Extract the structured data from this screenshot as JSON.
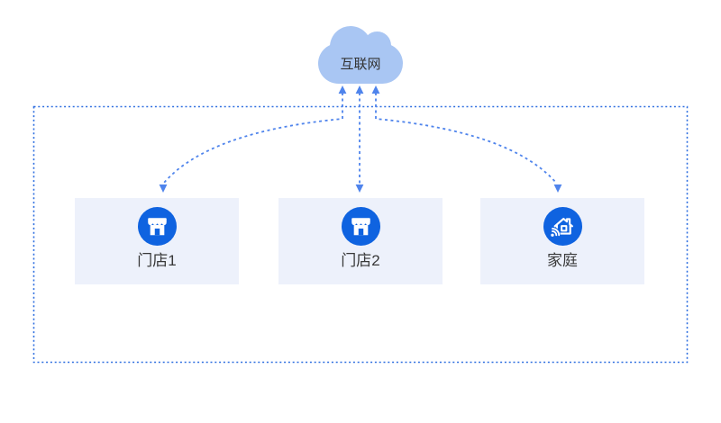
{
  "diagram": {
    "cloud": {
      "label": "互联网",
      "icon": "cloud-icon"
    },
    "nodes": [
      {
        "label": "门店1",
        "icon": "storefront-icon"
      },
      {
        "label": "门店2",
        "icon": "storefront-icon"
      },
      {
        "label": "家庭",
        "icon": "smart-home-icon"
      }
    ],
    "connections": [
      {
        "from": "cloud",
        "to": "门店1",
        "style": "dashed-double-arrow"
      },
      {
        "from": "cloud",
        "to": "门店2",
        "style": "dashed-double-arrow"
      },
      {
        "from": "cloud",
        "to": "家庭",
        "style": "dashed-double-arrow"
      }
    ],
    "colors": {
      "cloud_fill": "#a9c6f3",
      "node_fill": "#edf1fb",
      "icon_circle_fill": "#0f63e0",
      "icon_glyph": "#ffffff",
      "arrow_stroke": "#4f84ec",
      "border_stroke": "#2f6fe0",
      "label_color": "#383838",
      "cloud_label_color": "#333333"
    }
  }
}
